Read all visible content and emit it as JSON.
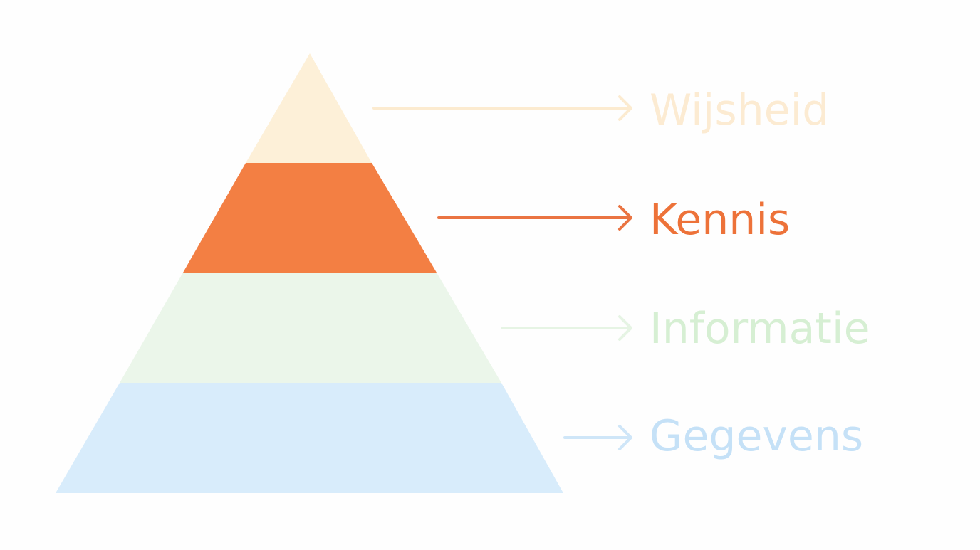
{
  "pyramid": {
    "levels": [
      {
        "key": "wisdom",
        "label": "Wijsheid",
        "fill": "#fdf0d8",
        "arrow": "#fcebd0",
        "text": "#fcebd2"
      },
      {
        "key": "knowledge",
        "label": "Kennis",
        "fill": "#f37f43",
        "arrow": "#ea7442",
        "text": "#ed7239"
      },
      {
        "key": "information",
        "label": "Informatie",
        "fill": "#ebf6ea",
        "arrow": "#e6f4e4",
        "text": "#d6efd3"
      },
      {
        "key": "data",
        "label": "Gegevens",
        "fill": "#d8ecfb",
        "arrow": "#cfe6f8",
        "text": "#c5e1f7"
      }
    ]
  }
}
